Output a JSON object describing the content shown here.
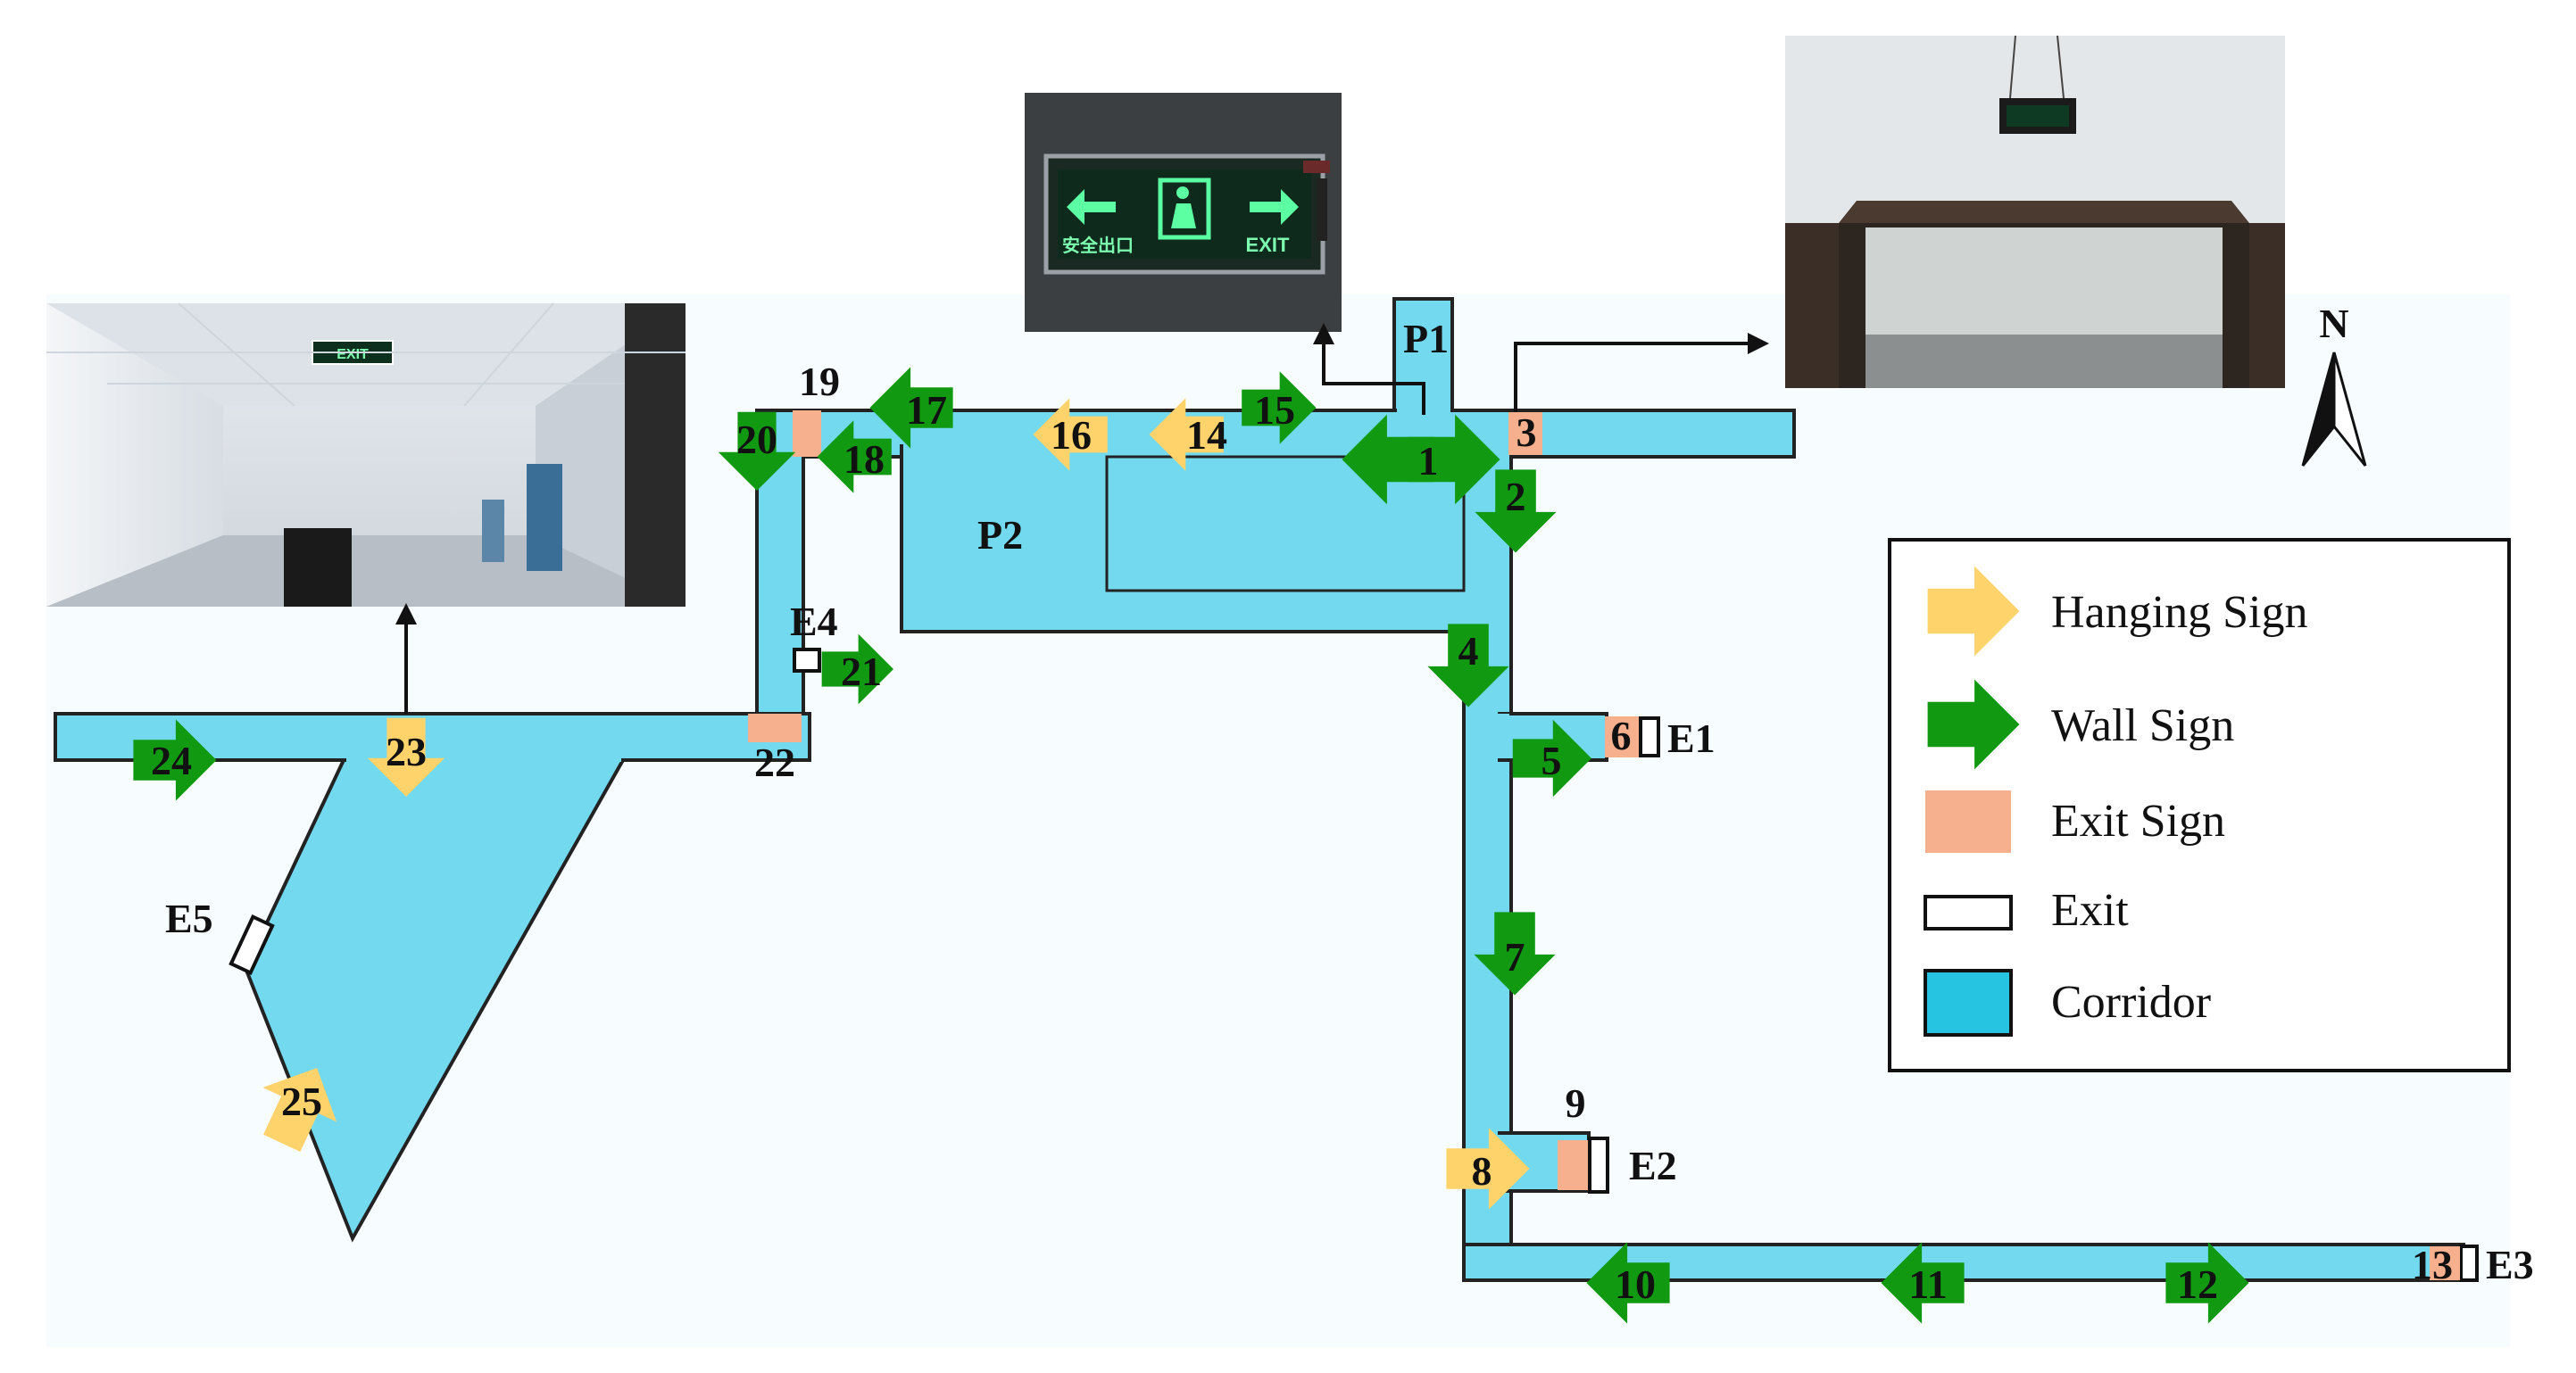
{
  "colors": {
    "corridor": "#72d9ef",
    "hanging": "#ffd36b",
    "wall": "#119a11",
    "exit_sign": "#f6b08d",
    "exit_fill": "#ffffff",
    "outline": "#111111"
  },
  "labels": {
    "p1": "P1",
    "p2": "P2",
    "north": "N",
    "e1": "E1",
    "e2": "E2",
    "e3": "E3",
    "e4": "E4",
    "e5": "E5"
  },
  "signs": {
    "s1": "1",
    "s2": "2",
    "s3": "3",
    "s4": "4",
    "s5": "5",
    "s6": "6",
    "s7": "7",
    "s8": "8",
    "s9": "9",
    "s10": "10",
    "s11": "11",
    "s12": "12",
    "s13": "13",
    "s14": "14",
    "s15": "15",
    "s16": "16",
    "s17": "17",
    "s18": "18",
    "s19": "19",
    "s20": "20",
    "s21": "21",
    "s22": "22",
    "s23": "23",
    "s24": "24",
    "s25": "25"
  },
  "legend": {
    "hanging": "Hanging Sign",
    "wall": "Wall Sign",
    "exit_sign": "Exit Sign",
    "exit": "Exit",
    "corridor": "Corridor"
  },
  "photo_sign": {
    "chinese": "安全出口",
    "exit": "EXIT"
  }
}
